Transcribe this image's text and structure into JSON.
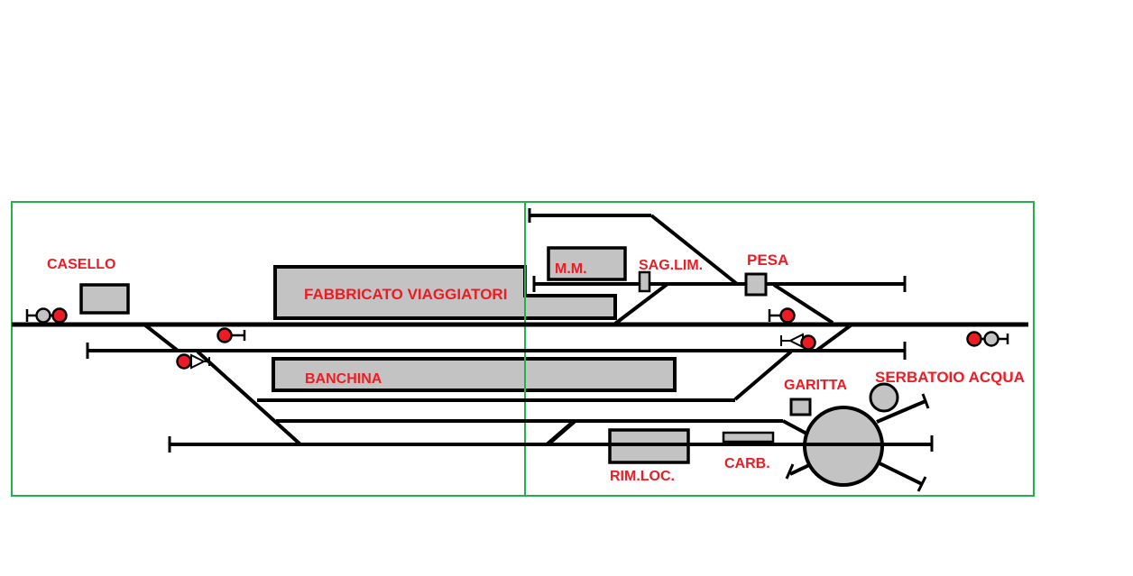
{
  "diagram": {
    "labels": {
      "casello": "CASELLO",
      "fabbricato_viaggiatori": "FABBRICATO VIAGGIATORI",
      "mm": "M.M.",
      "sag_lim": "SAG.LIM.",
      "pesa": "PESA",
      "banchina": "BANCHINA",
      "garitta": "GARITTA",
      "serbatoio_acqua": "SERBATOIO ACQUA",
      "rim_loc": "RIM.LOC.",
      "carb": "CARB."
    },
    "colors": {
      "label_text": "#ED1C24",
      "signal_red": "#ED1C24",
      "signal_gray": "#C3C3C3",
      "building_fill": "#C3C3C3",
      "track_black": "#000000",
      "frame_green": "#22B14C",
      "background": "#FFFFFF"
    },
    "icons": [
      "signal-two-disc-gray-red-icon",
      "signal-red-disc-icon",
      "dwarf-signal-red-disc-triangle-icon",
      "signal-red-disc-icon",
      "dwarf-signal-triangle-red-disc-icon",
      "signal-two-disc-red-gray-icon",
      "turntable-icon",
      "water-tank-icon"
    ]
  }
}
